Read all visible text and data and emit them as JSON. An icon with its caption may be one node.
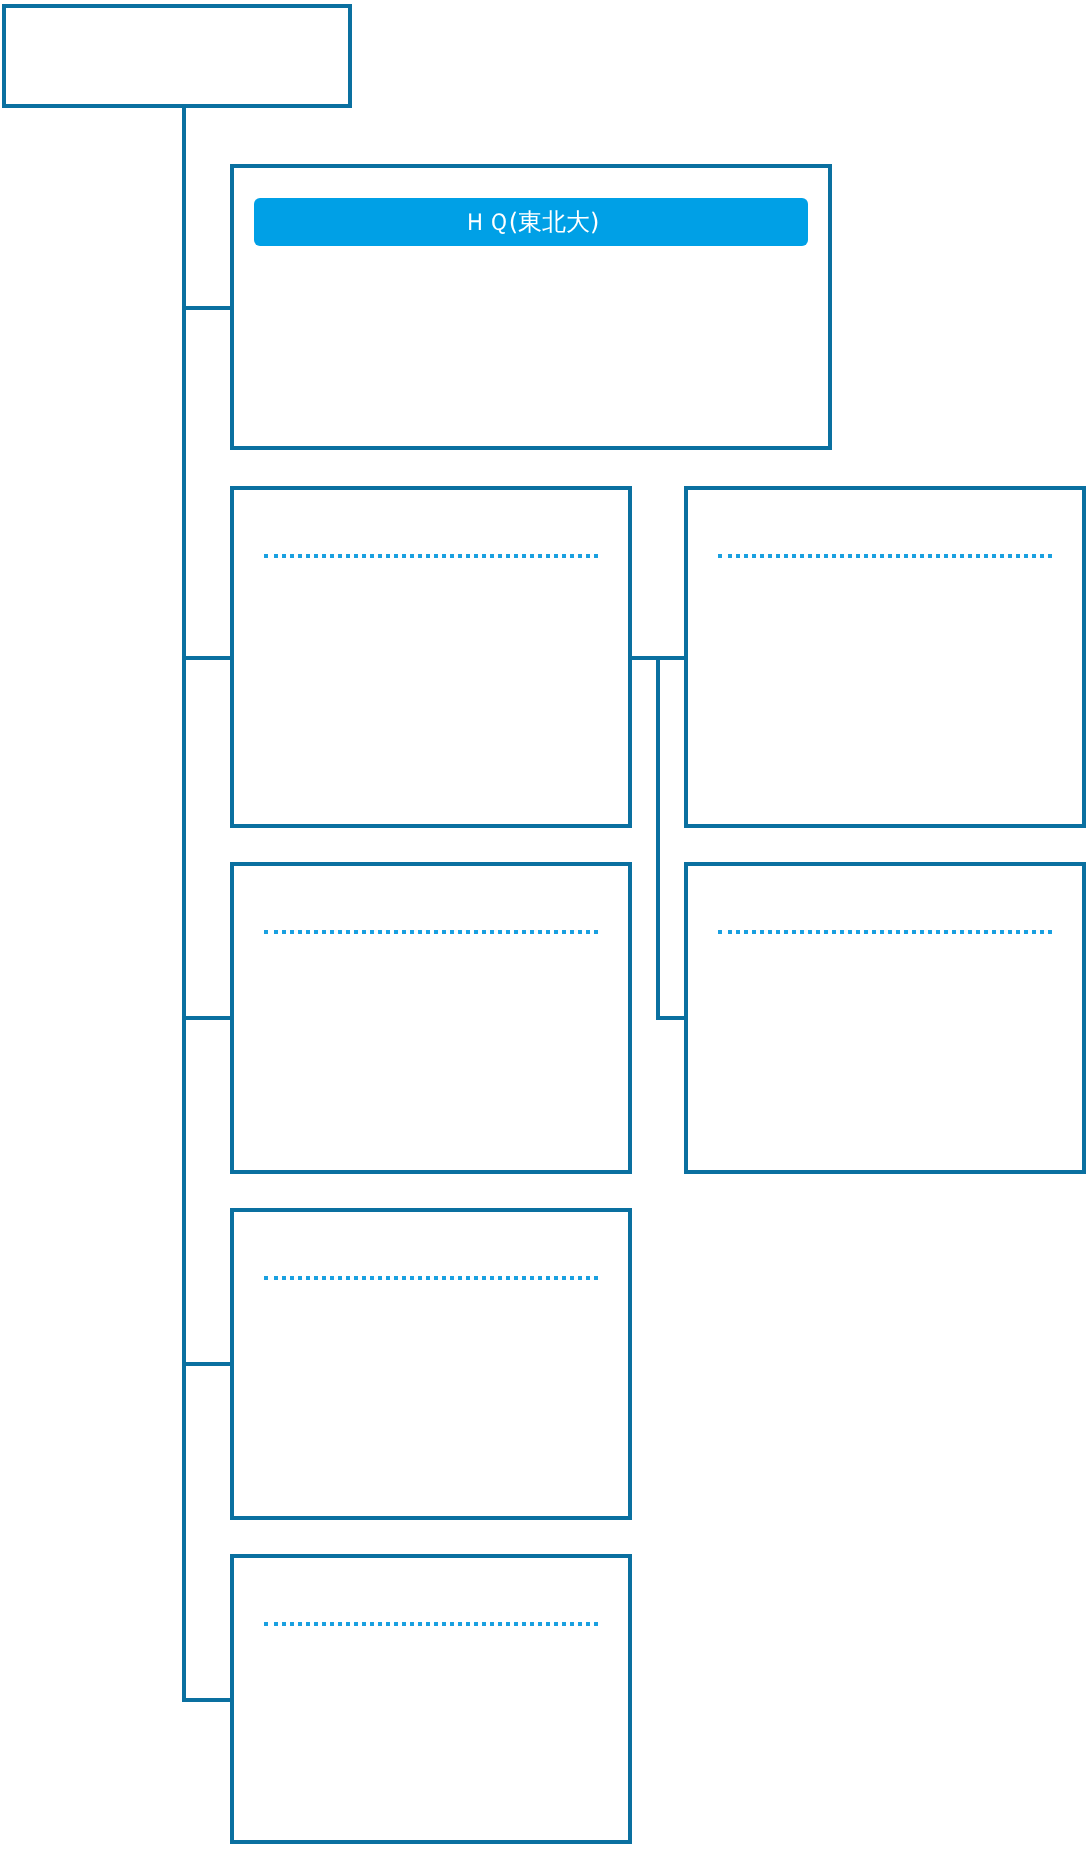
{
  "diagram": {
    "nodes": [
      {
        "text": [],
        "shape": "box"
      },
      {
        "text": [
          "ＨＱ(東北大)"
        ]
      },
      {
        "text": [],
        "shape": "box"
      },
      {
        "text": [],
        "shape": "box"
      },
      {
        "text": [],
        "shape": "box"
      },
      {
        "text": [],
        "shape": "box"
      },
      {
        "text": [],
        "shape": "box"
      },
      {
        "text": [],
        "shape": "box"
      }
    ],
    "edges": [
      {
        "from": 0,
        "to": 1,
        "arrow": "none"
      },
      {
        "from": 0,
        "to": 2,
        "arrow": "none"
      },
      {
        "from": 0,
        "to": 4,
        "arrow": "none"
      },
      {
        "from": 0,
        "to": 6,
        "arrow": "none"
      },
      {
        "from": 0,
        "to": 7,
        "arrow": "none"
      },
      {
        "from": 2,
        "to": 3,
        "arrow": "none"
      },
      {
        "from": 2,
        "to": 5,
        "arrow": "none"
      }
    ]
  }
}
